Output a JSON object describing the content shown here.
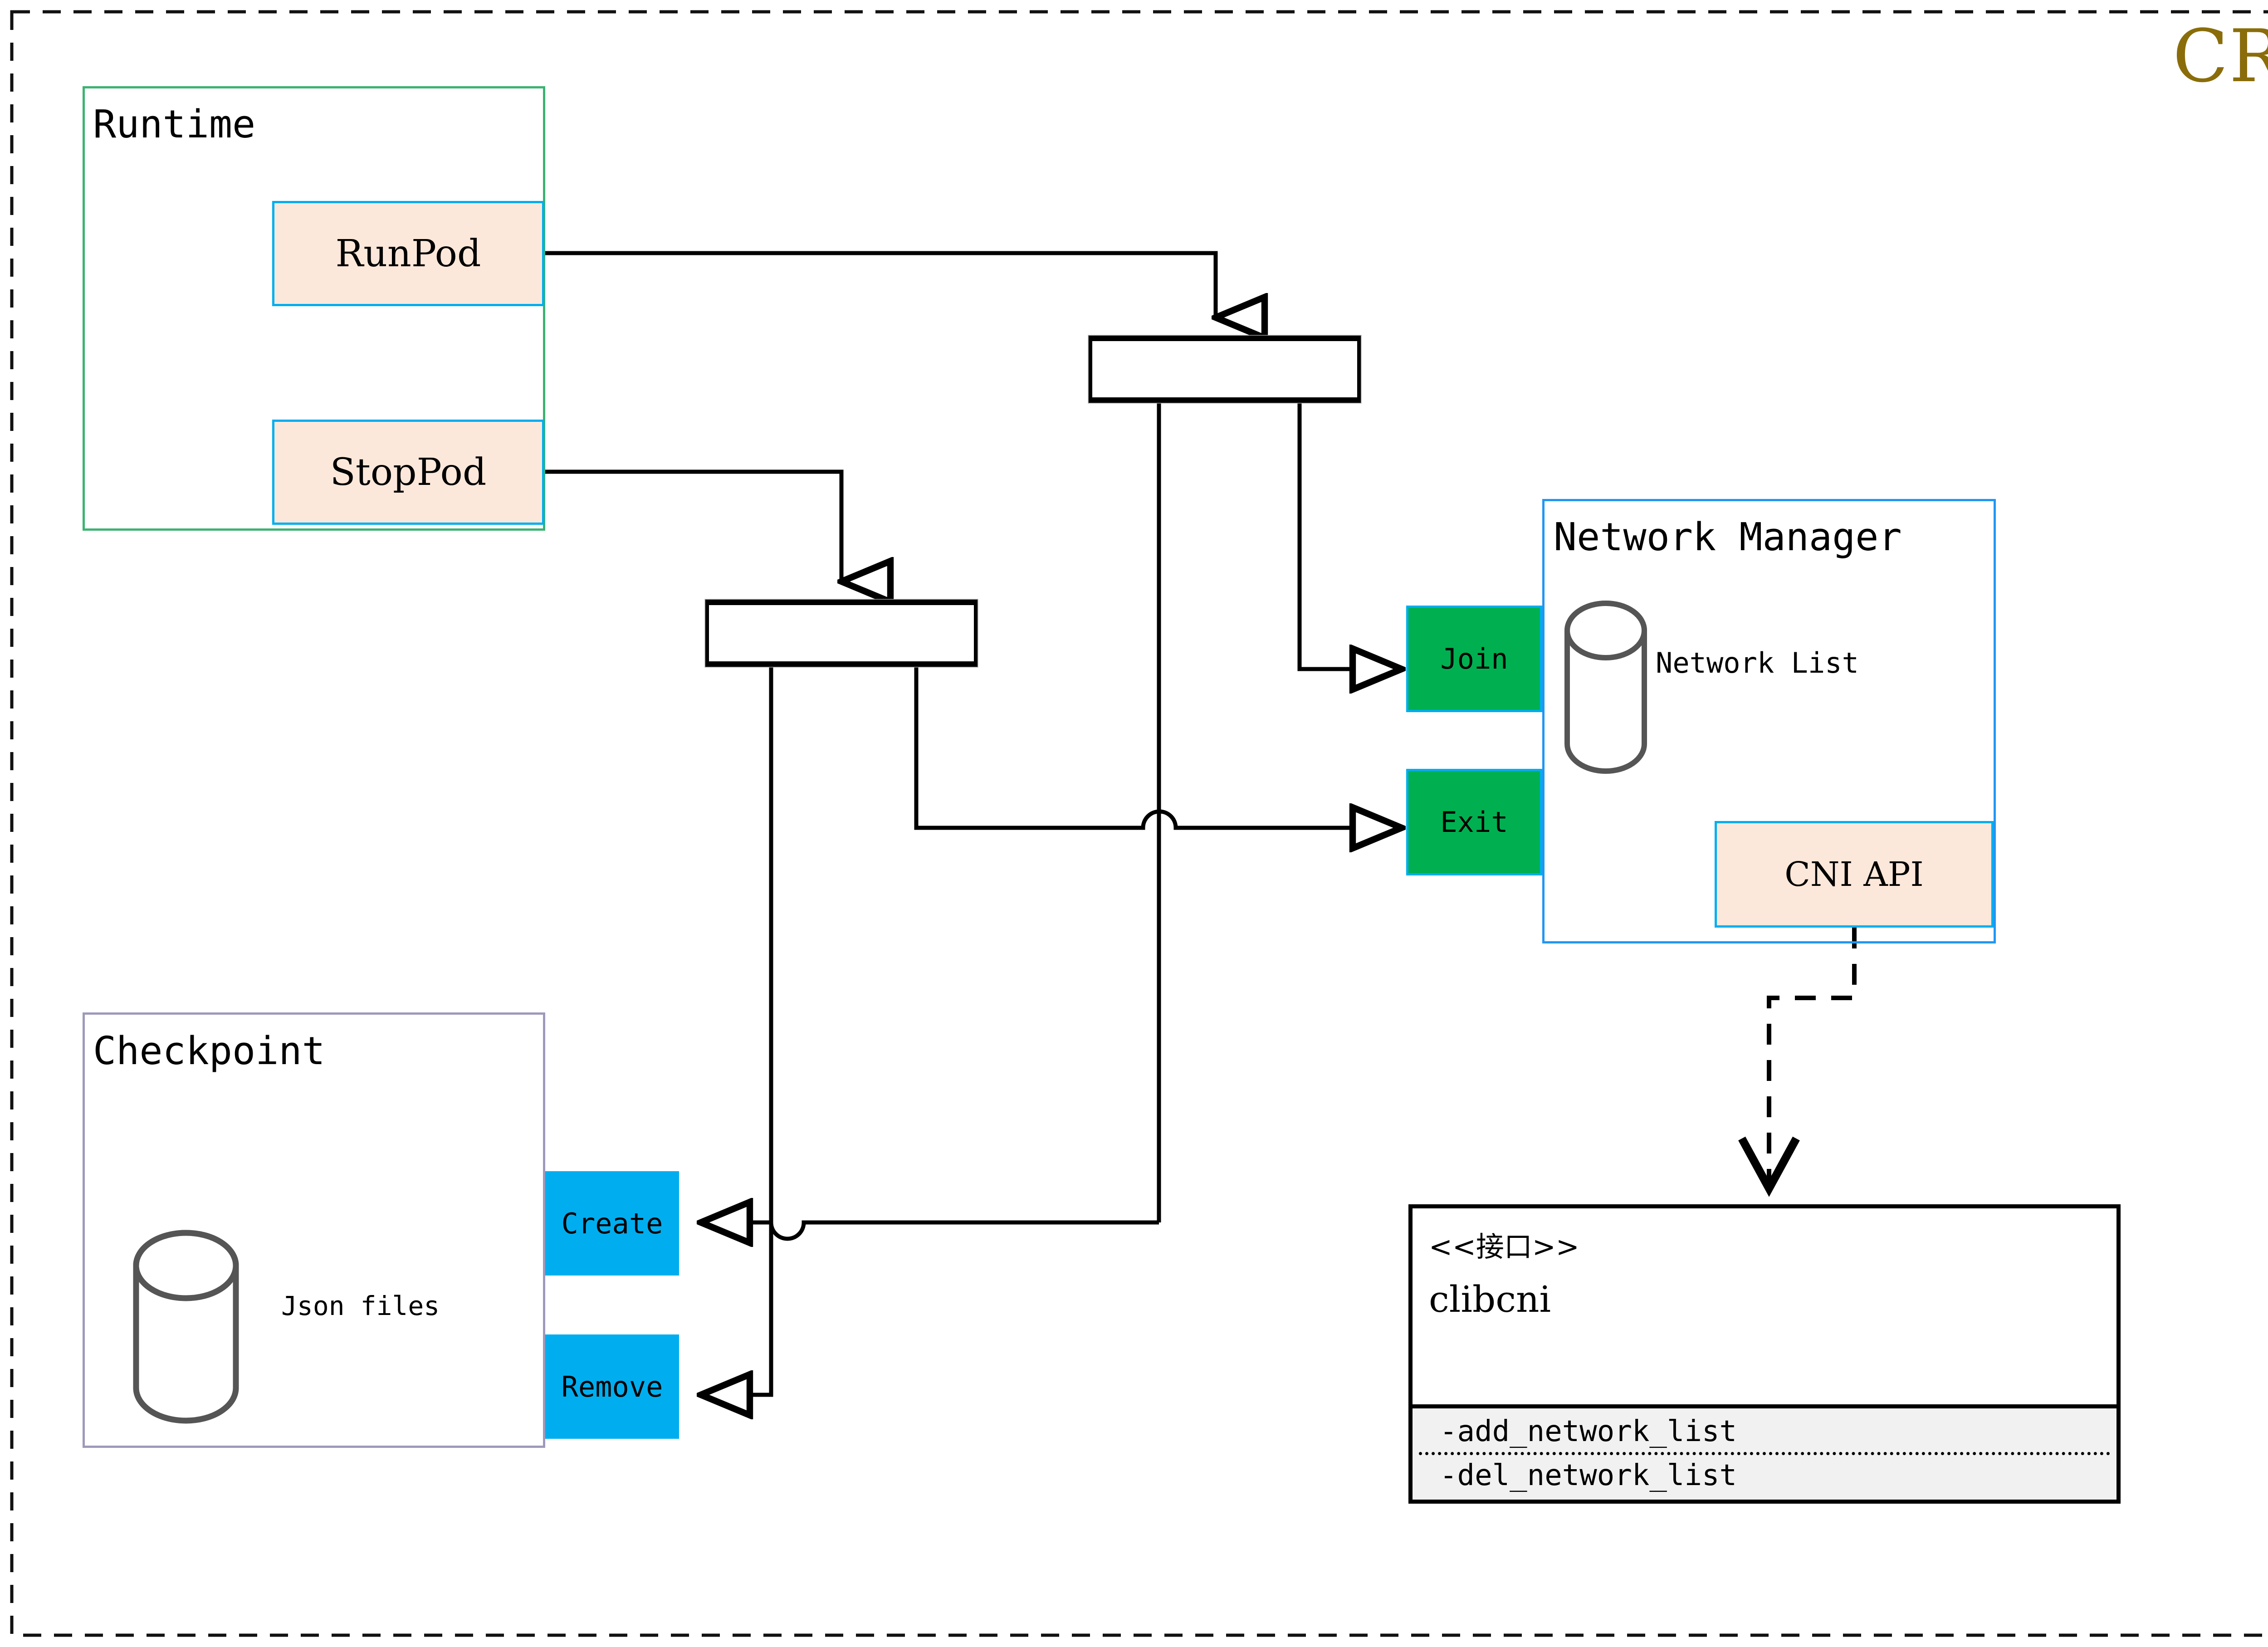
{
  "diagram": {
    "title": "CRI",
    "title_color": "#8a6d0a",
    "frame_style": "dashed"
  },
  "packages": [
    {
      "id": "runtime",
      "title": "Runtime",
      "border_color": "#3cb371"
    },
    {
      "id": "checkpoint",
      "title": "Checkpoint",
      "border_color": "#9e99bb"
    },
    {
      "id": "netmgr",
      "title": "Network Manager",
      "border_color": "#2196f3"
    }
  ],
  "nodes": {
    "runpod": {
      "label": "RunPod",
      "fill": "#fce8da",
      "border": "#00aeef"
    },
    "stoppod": {
      "label": "StopPod",
      "fill": "#fce8da",
      "border": "#00aeef"
    },
    "join": {
      "label": "Join",
      "fill": "#00b050",
      "border": "#00aeef"
    },
    "exit": {
      "label": "Exit",
      "fill": "#00b050",
      "border": "#00aeef"
    },
    "create": {
      "label": "Create",
      "fill": "#00aeef",
      "border": "#00aeef"
    },
    "remove": {
      "label": "Remove",
      "fill": "#00aeef",
      "border": "#00aeef"
    },
    "cni_api": {
      "label": "CNI API",
      "fill": "#fce8da",
      "border": "#00aeef"
    }
  },
  "datastores": [
    {
      "id": "network-list",
      "label": "Network List",
      "stroke": "#555555"
    },
    {
      "id": "json-files",
      "label": "Json files",
      "stroke": "#555555"
    }
  ],
  "interface": {
    "stereotype": "<<接口>>",
    "name": "clibcni",
    "methods": [
      "-add_network_list",
      "-del_network_list"
    ],
    "methods_fill": "#f1f1f1"
  },
  "forks": [
    {
      "id": "fork-runpod"
    },
    {
      "id": "fork-stoppod"
    }
  ]
}
